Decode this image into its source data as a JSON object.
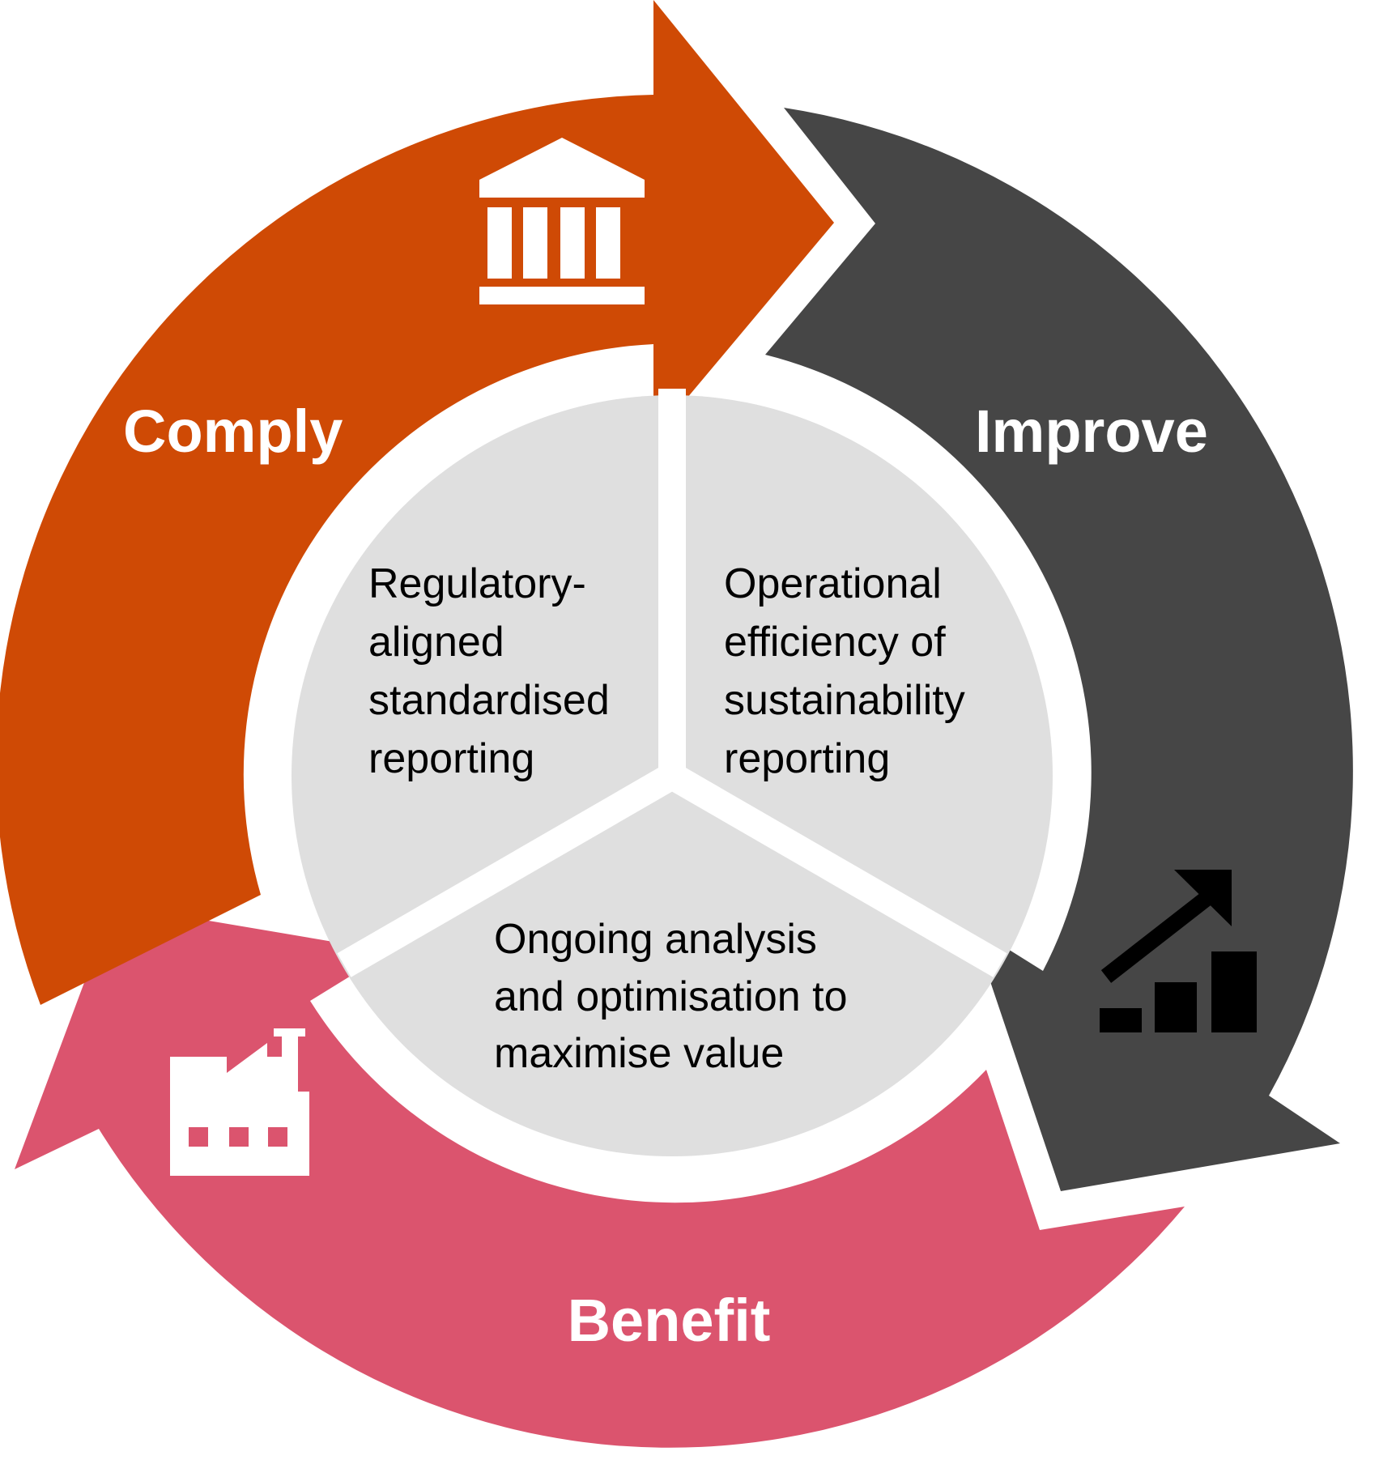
{
  "colors": {
    "comply": "#cf4a05",
    "improve": "#464646",
    "benefit": "#db546e",
    "center": "#dfdfdf",
    "white": "#ffffff",
    "icon_dark": "#000000"
  },
  "stages": {
    "comply": {
      "label": "Comply",
      "icon": "bank-building-icon"
    },
    "improve": {
      "label": "Improve",
      "icon": "growth-chart-icon"
    },
    "benefit": {
      "label": "Benefit",
      "icon": "factory-icon"
    }
  },
  "segments": {
    "comply": [
      "Regulatory-",
      "aligned",
      "standardised",
      "reporting"
    ],
    "improve": [
      "Operational",
      "efficiency of",
      "sustainability",
      "reporting"
    ],
    "benefit": [
      "Ongoing analysis",
      "and optimisation to",
      "maximise value"
    ]
  }
}
